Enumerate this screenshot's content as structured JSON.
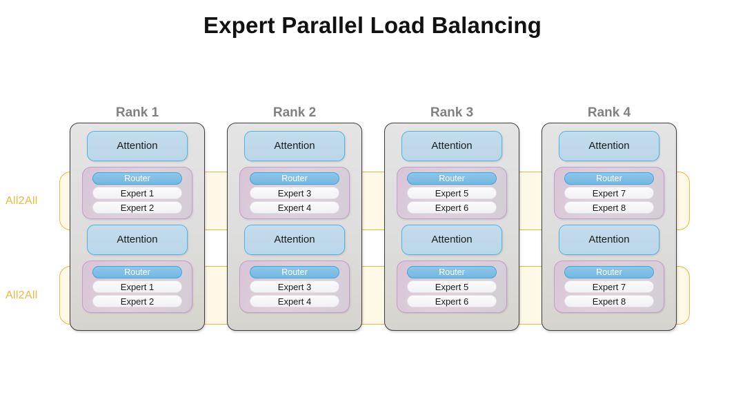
{
  "page": {
    "title": "Expert Parallel Load Balancing",
    "background_color": "#ffffff"
  },
  "colors": {
    "title_text": "#111111",
    "rank_label_text": "#808080",
    "all2all_text": "#e8b93c",
    "all2all_border": "#e6b93f",
    "all2all_fill": "#fdf6d6",
    "rank_box_border": "#3b3b3b",
    "rank_box_fill": "#dedede",
    "attention_border": "#49b6e8",
    "attention_fill": "#bad6e8",
    "moe_border": "#c59ccb",
    "moe_fill": "#d8c4d6",
    "router_border": "#3aa6e0",
    "router_fill": "#74b8e2",
    "router_text": "#ffffff",
    "expert_fill": "#f7f7f9",
    "expert_text": "#181818"
  },
  "bands": [
    {
      "label": "All2All"
    },
    {
      "label": "All2All"
    }
  ],
  "ranks": [
    {
      "label": "Rank 1",
      "layers": [
        {
          "attention": "Attention",
          "router": "Router",
          "experts": [
            "Expert 1",
            "Expert 2"
          ]
        },
        {
          "attention": "Attention",
          "router": "Router",
          "experts": [
            "Expert 1",
            "Expert 2"
          ]
        }
      ]
    },
    {
      "label": "Rank 2",
      "layers": [
        {
          "attention": "Attention",
          "router": "Router",
          "experts": [
            "Expert 3",
            "Expert 4"
          ]
        },
        {
          "attention": "Attention",
          "router": "Router",
          "experts": [
            "Expert 3",
            "Expert 4"
          ]
        }
      ]
    },
    {
      "label": "Rank 3",
      "layers": [
        {
          "attention": "Attention",
          "router": "Router",
          "experts": [
            "Expert 5",
            "Expert 6"
          ]
        },
        {
          "attention": "Attention",
          "router": "Router",
          "experts": [
            "Expert 5",
            "Expert 6"
          ]
        }
      ]
    },
    {
      "label": "Rank 4",
      "layers": [
        {
          "attention": "Attention",
          "router": "Router",
          "experts": [
            "Expert 7",
            "Expert 8"
          ]
        },
        {
          "attention": "Attention",
          "router": "Router",
          "experts": [
            "Expert 7",
            "Expert 8"
          ]
        }
      ]
    }
  ]
}
